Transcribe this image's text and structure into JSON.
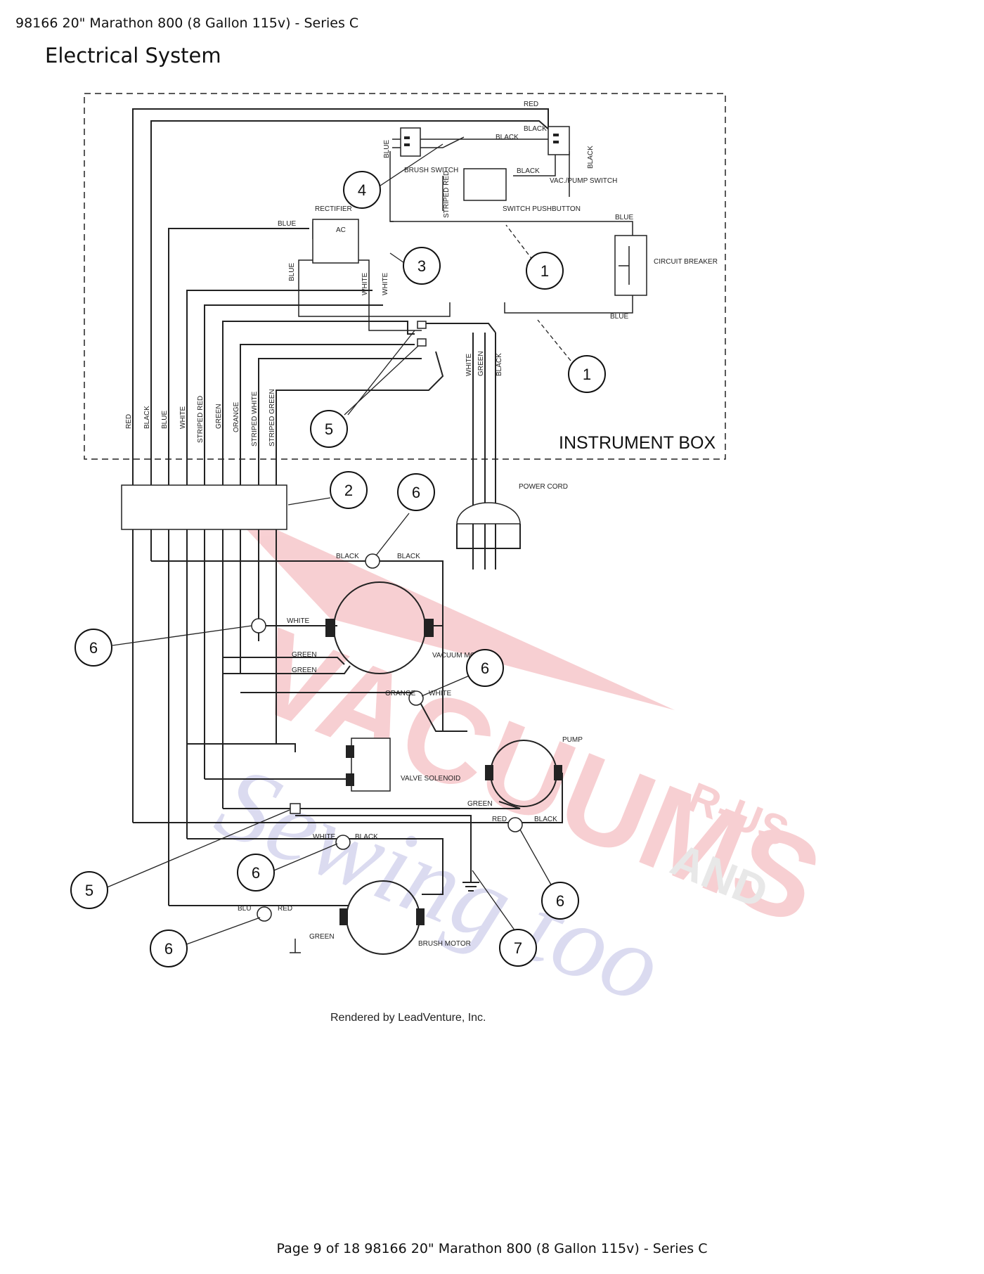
{
  "header": {
    "title": "98166 20\" Marathon 800 (8 Gallon 115v) - Series C"
  },
  "section_title": "Electrical System",
  "footer": {
    "text": "Page 9 of 18 98166 20\" Marathon 800 (8 Gallon 115v) - Series C"
  },
  "diagram": {
    "instrument_box_label": "INSTRUMENT BOX",
    "rendered_by": "Rendered by LeadVenture, Inc.",
    "components": {
      "brush_switch": "BRUSH SWITCH",
      "vac_pump_switch": "VAC./PUMP SWITCH",
      "switch_pushbutton": "SWITCH PUSHBUTTON",
      "rectifier": "RECTIFIER",
      "circuit_breaker": "CIRCUIT BREAKER",
      "power_cord": "POWER CORD",
      "vacuum_motor": "VACUUM MOTOR",
      "pump": "PUMP",
      "valve_solenoid": "VALVE SOLENOID",
      "brush_motor": "BRUSH MOTOR"
    },
    "wire_labels": {
      "red": "RED",
      "black": "BLACK",
      "blue": "BLUE",
      "white": "WHITE",
      "striped_red": "STRIPED RED",
      "green": "GREEN",
      "orange": "ORANGE",
      "striped_white": "STRIPED WHITE",
      "striped_green": "STRIPED GREEN",
      "ac": "AC",
      "blu": "BLU"
    },
    "callouts": [
      "4",
      "3",
      "1",
      "1",
      "5",
      "2",
      "6",
      "6",
      "6",
      "5",
      "6",
      "6",
      "6",
      "7"
    ]
  },
  "watermark": {
    "line1": "VACUUMS",
    "line2": "R-US",
    "line3": "AND",
    "line4": "Sewing too"
  },
  "colors": {
    "watermark_red": "#e8646c",
    "watermark_blue": "#8c8cd0",
    "watermark_gray": "#b4b4b4"
  }
}
